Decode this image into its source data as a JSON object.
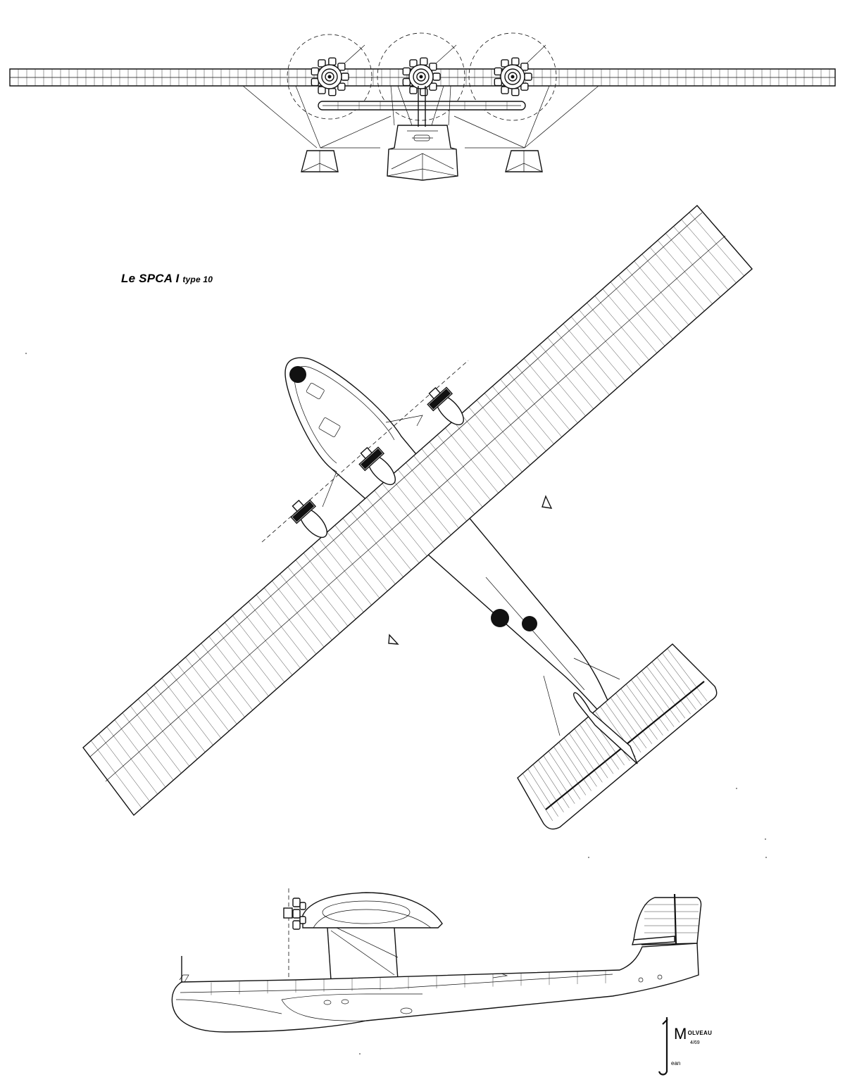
{
  "drawing": {
    "title_main": "Le SPCA I",
    "title_sub": "type 10",
    "signature_initial": "M",
    "signature_name_top": "OLVEAU",
    "signature_date": "4/69",
    "signature_name_bottom": "ean",
    "line_color": "#111111",
    "background": "#ffffff"
  },
  "views": {
    "front": "front-view",
    "plan": "plan-view",
    "side": "side-view"
  }
}
